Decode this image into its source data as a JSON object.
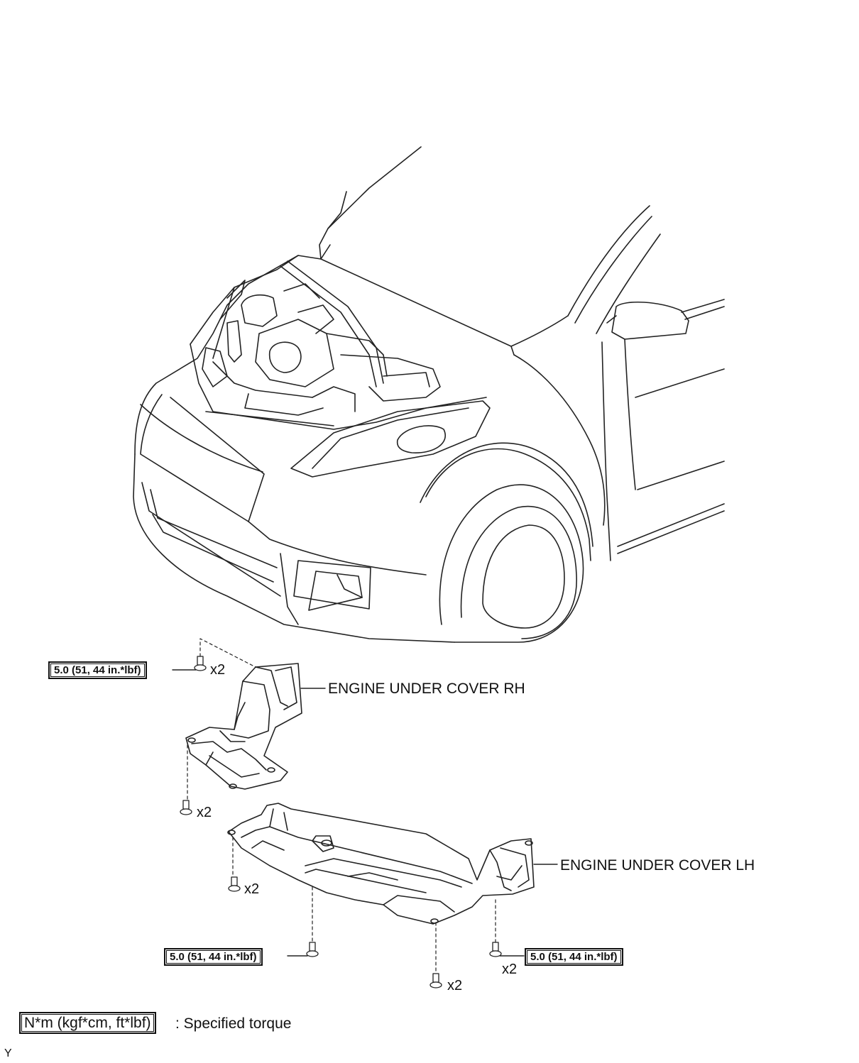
{
  "labels": {
    "cover_rh": "ENGINE UNDER COVER RH",
    "cover_lh": "ENGINE UNDER COVER LH"
  },
  "torques": {
    "top_left": "5.0 (51, 44 in.*lbf)",
    "bottom_left": "5.0 (51, 44 in.*lbf)",
    "bottom_right": "5.0 (51, 44 in.*lbf)"
  },
  "quantities": {
    "q1": "x2",
    "q2": "x2",
    "q3": "x2",
    "q4": "x2",
    "q5": "x2"
  },
  "legend": {
    "unit": "N*m (kgf*cm, ft*lbf)",
    "description": ": Specified torque"
  },
  "corner_mark": "Y"
}
